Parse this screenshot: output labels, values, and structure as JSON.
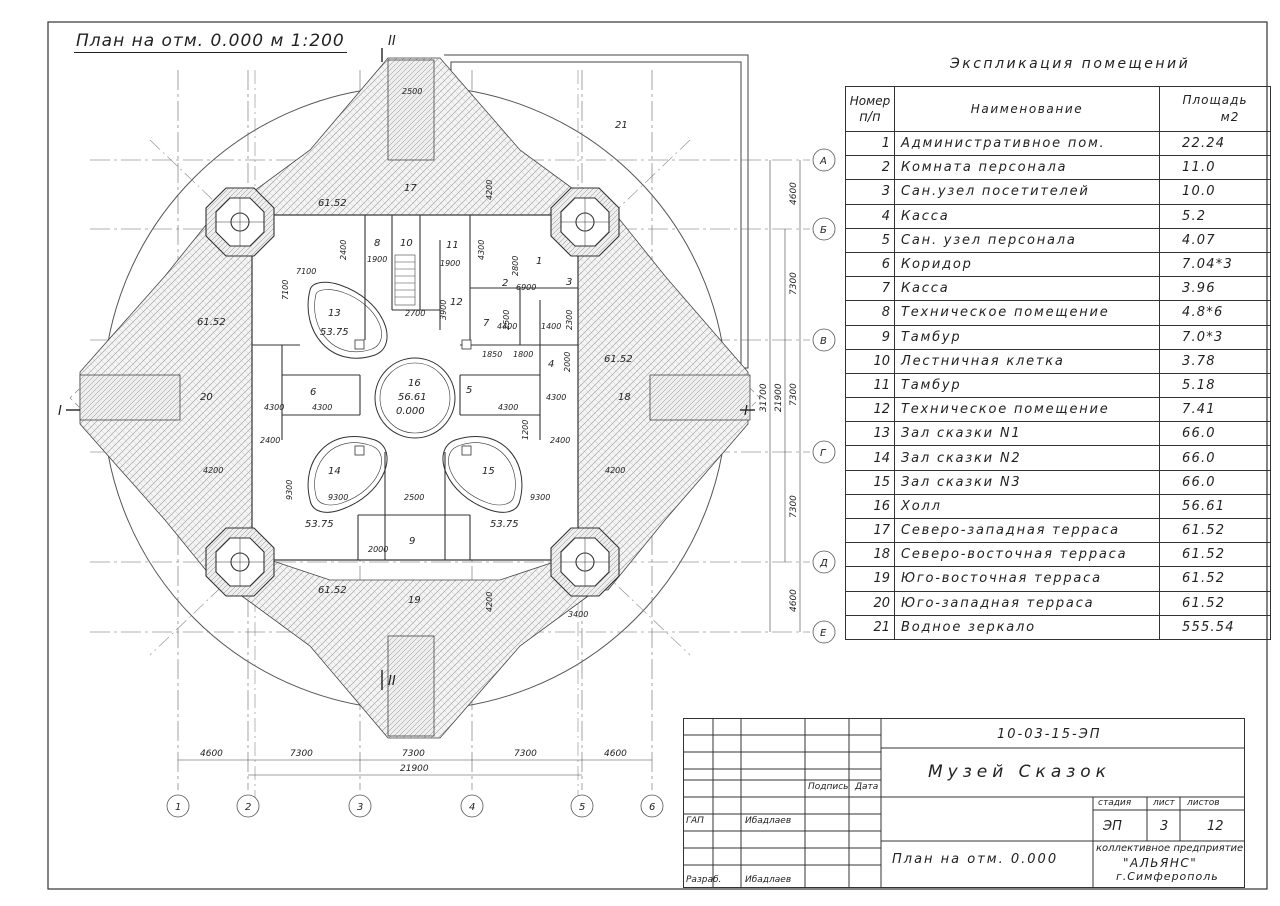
{
  "drawing": {
    "plan_title": "План на отм. 0.000 м 1:200",
    "section_marks": {
      "top": "II",
      "bottom": "II",
      "left": "I",
      "right": "I"
    }
  },
  "explication": {
    "title": "Экспликация помещений",
    "headers": {
      "num": [
        "Номер",
        "п/п"
      ],
      "name": "Наименование",
      "area": "Площадь",
      "area_unit": "м2"
    },
    "rows": [
      {
        "num": "1",
        "name": "Административное пом.",
        "area": "22.24"
      },
      {
        "num": "2",
        "name": "Комната персонала",
        "area": "11.0"
      },
      {
        "num": "3",
        "name": "Сан.узел посетителей",
        "area": "10.0"
      },
      {
        "num": "4",
        "name": "Касса",
        "area": "5.2"
      },
      {
        "num": "5",
        "name": "Сан. узел персонала",
        "area": "4.07"
      },
      {
        "num": "6",
        "name": "Коридор",
        "area": "7.04*3"
      },
      {
        "num": "7",
        "name": "Касса",
        "area": "3.96"
      },
      {
        "num": "8",
        "name": "Техническое помещение",
        "area": "4.8*6"
      },
      {
        "num": "9",
        "name": "Тамбур",
        "area": "7.0*3"
      },
      {
        "num": "10",
        "name": "Лестничная клетка",
        "area": "3.78"
      },
      {
        "num": "11",
        "name": "Тамбур",
        "area": "5.18"
      },
      {
        "num": "12",
        "name": "Техническое помещение",
        "area": "7.41"
      },
      {
        "num": "13",
        "name": "Зал сказки N1",
        "area": "66.0"
      },
      {
        "num": "14",
        "name": "Зал сказки N2",
        "area": "66.0"
      },
      {
        "num": "15",
        "name": "Зал сказки N3",
        "area": "66.0"
      },
      {
        "num": "16",
        "name": "Холл",
        "area": "56.61"
      },
      {
        "num": "17",
        "name": "Северо-западная терраса",
        "area": "61.52"
      },
      {
        "num": "18",
        "name": "Северо-восточная терраса",
        "area": "61.52"
      },
      {
        "num": "19",
        "name": "Юго-восточная терраса",
        "area": "61.52"
      },
      {
        "num": "20",
        "name": "Юго-западная терраса",
        "area": "61.52"
      },
      {
        "num": "21",
        "name": "Водное зеркало",
        "area": "555.54"
      }
    ]
  },
  "axes": {
    "columns": [
      "1",
      "2",
      "3",
      "4",
      "5",
      "6"
    ],
    "rows": [
      "А",
      "Б",
      "В",
      "Г",
      "Д",
      "Е"
    ],
    "bottom_dims": [
      "4600",
      "7300",
      "7300",
      "7300",
      "4600"
    ],
    "bottom_total": "21900",
    "right_dims": [
      "4600",
      "7300",
      "7300",
      "7300",
      "4600"
    ],
    "right_total_inner": "21900",
    "right_total_outer": "31700"
  },
  "plan_labels": {
    "room_numbers": [
      "17",
      "18",
      "19",
      "20",
      "21",
      "1",
      "2",
      "3",
      "4",
      "5",
      "6",
      "7",
      "8",
      "9",
      "10",
      "11",
      "12",
      "13",
      "14",
      "15",
      "16"
    ],
    "areas": {
      "terrace": "61.52",
      "hall_side": "53.75",
      "hall_center": "56.61",
      "level": "0.000"
    },
    "dims": [
      "2500",
      "2400",
      "1900",
      "2800",
      "4300",
      "6900",
      "7100",
      "2700",
      "3900",
      "4400",
      "2500",
      "1400",
      "2300",
      "1850",
      "1800",
      "2000",
      "9300",
      "4200",
      "1200",
      "3400"
    ]
  },
  "stamp": {
    "code": "10-03-15-ЭП",
    "project": "Музей Сказок",
    "sheet_name": "План на отм. 0.000",
    "col_headers": [
      "Подпись",
      "Дата"
    ],
    "stage_label": "стадия",
    "sheet_label": "лист",
    "sheets_label": "листов",
    "stage": "ЭП",
    "sheet": "3",
    "sheets": "12",
    "org_line1": "коллективное предприятие",
    "org_line2": "\"АЛЬЯНС\"",
    "org_line3": "г.Симферополь",
    "role1": "ГАП",
    "name1": "Ибадлаев",
    "role2": "Разраб.",
    "name2": "Ибадлаев"
  }
}
